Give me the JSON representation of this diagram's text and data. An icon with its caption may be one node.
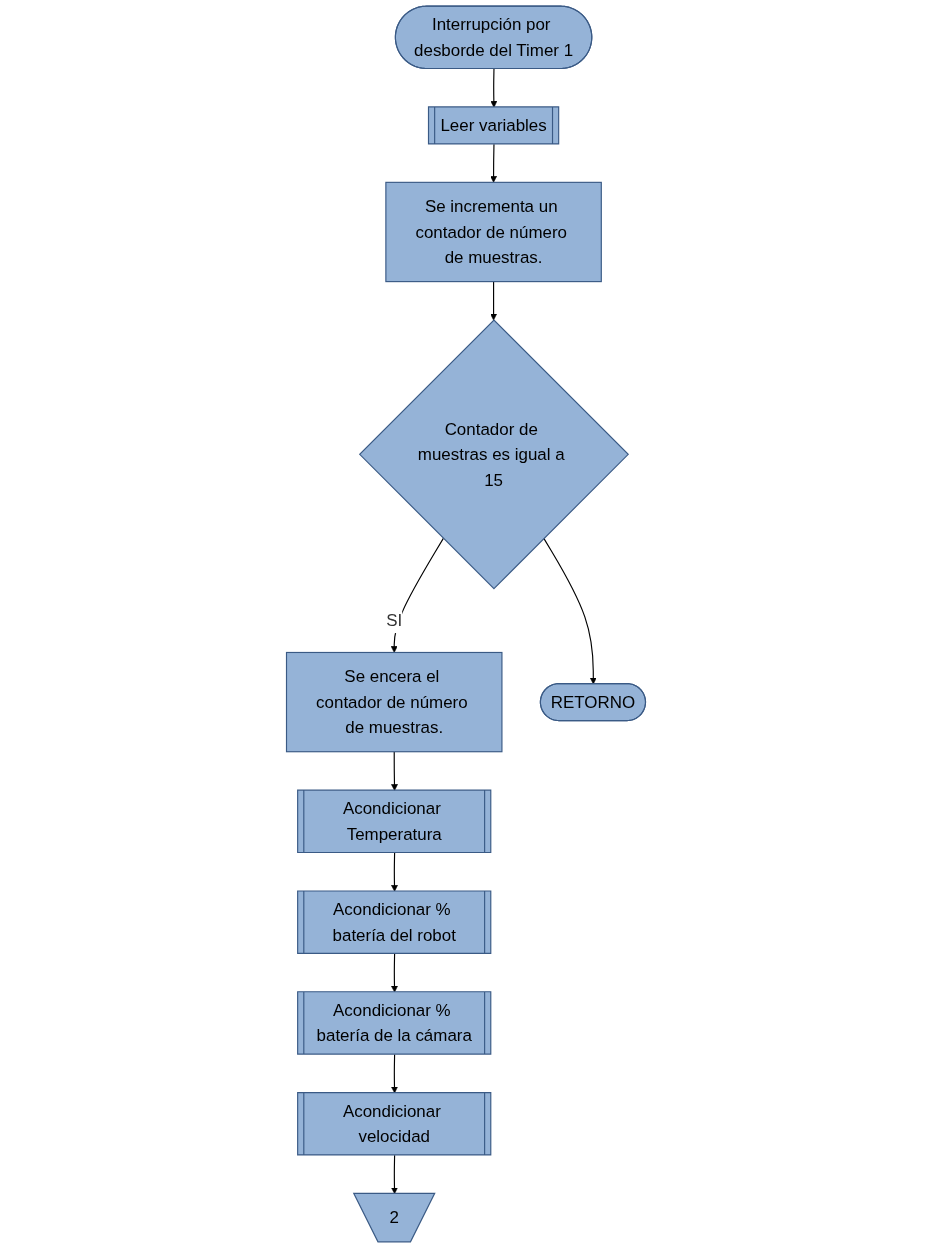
{
  "diagram": {
    "nodes": [
      {
        "text": [
          "Interrupción por desborde del Timer 1"
        ]
      },
      {
        "text": [
          "Leer variables"
        ]
      },
      {
        "text": [
          "Se incrementa un contador de número de muestras."
        ]
      },
      {
        "text": [
          "Contador de muestras es igual a 15"
        ]
      },
      {
        "text": [
          "Se encera el contador de número de muestras."
        ]
      },
      {
        "text": [
          "RETORNO"
        ]
      },
      {
        "text": [
          "Acondicionar Temperatura"
        ]
      },
      {
        "text": [
          "Acondicionar % batería del robot"
        ]
      },
      {
        "text": [
          "Acondicionar % batería de la cámara"
        ]
      },
      {
        "text": [
          "Acondicionar velocidad"
        ]
      },
      {
        "text": [
          "2"
        ]
      }
    ],
    "edges": [
      {
        "from": 0,
        "to": 1,
        "arrow": "to"
      },
      {
        "from": 1,
        "to": 2,
        "arrow": "to"
      },
      {
        "from": 2,
        "to": 3,
        "arrow": "to"
      },
      {
        "from": 3,
        "to": 4,
        "arrow": "to",
        "label": "SI"
      },
      {
        "from": 3,
        "to": 5,
        "arrow": "to"
      },
      {
        "from": 4,
        "to": 6,
        "arrow": "to"
      },
      {
        "from": 6,
        "to": 7,
        "arrow": "to"
      },
      {
        "from": 7,
        "to": 8,
        "arrow": "to"
      },
      {
        "from": 8,
        "to": 9,
        "arrow": "to"
      },
      {
        "from": 9,
        "to": 10,
        "arrow": "to"
      }
    ]
  }
}
